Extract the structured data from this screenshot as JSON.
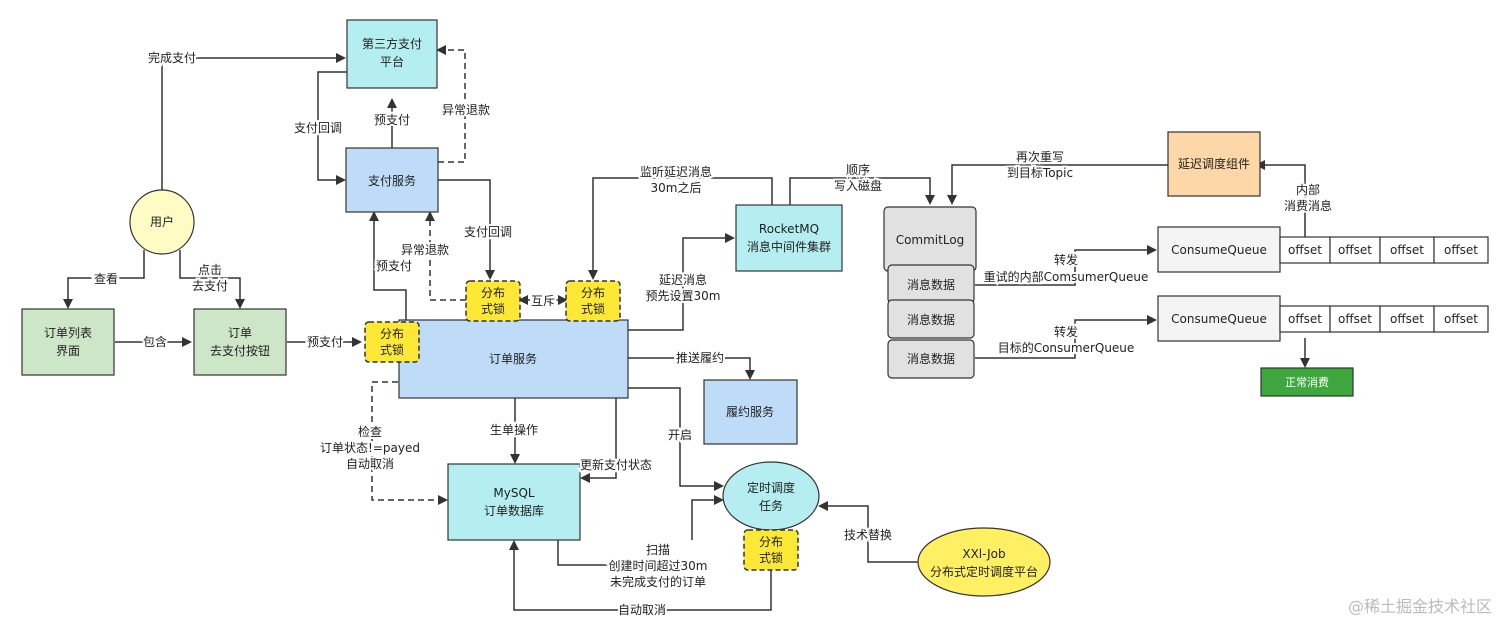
{
  "nodes": {
    "third_party": {
      "line1": "第三方支付",
      "line2": "平台"
    },
    "pay_service": {
      "label": "支付服务"
    },
    "user": {
      "label": "用户"
    },
    "order_list": {
      "line1": "订单列表",
      "line2": "界面"
    },
    "order_pay_btn": {
      "line1": "订单",
      "line2": "去支付按钮"
    },
    "order_service": {
      "label": "订单服务"
    },
    "rocketmq": {
      "line1": "RocketMQ",
      "line2": "消息中间件集群"
    },
    "fulfil_service": {
      "label": "履约服务"
    },
    "mysql": {
      "line1": "MySQL",
      "line2": "订单数据库"
    },
    "timer_task": {
      "line1": "定时调度",
      "line2": "任务"
    },
    "xxl_job": {
      "line1": "XXl-Job",
      "line2": "分布式定时调度平台"
    },
    "commitlog": {
      "label": "CommitLog",
      "message_cells": [
        "消息数据",
        "消息数据",
        "消息数据"
      ]
    },
    "delay_component": {
      "label": "延迟调度组件"
    },
    "consume_queue_1": {
      "label": "ConsumeQueue",
      "offsets": [
        "offset",
        "offset",
        "offset",
        "offset"
      ]
    },
    "consume_queue_2": {
      "label": "ConsumeQueue",
      "offsets": [
        "offset",
        "offset",
        "offset",
        "offset"
      ]
    },
    "normal_consume": {
      "label": "正常消费"
    }
  },
  "locks": {
    "lock_a": {
      "line1": "分布",
      "line2": "式锁"
    },
    "lock_b": {
      "line1": "分布",
      "line2": "式锁"
    },
    "lock_c": {
      "line1": "分布",
      "line2": "式锁"
    },
    "lock_d": {
      "line1": "分布",
      "line2": "式锁"
    }
  },
  "edge_labels": {
    "complete_pay": "完成支付",
    "pay_callback_left": "支付回调",
    "pre_pay_top": "预支付",
    "abnormal_refund_top": "异常退款",
    "view": "查看",
    "click_pay_1": "点击",
    "click_pay_2": "去支付",
    "contains": "包含",
    "pre_pay_mid": "预支付",
    "pre_pay_lower": "预支付",
    "abnormal_refund_mid": "异常退款",
    "pay_callback_right": "支付回调",
    "mutex": "互斥",
    "listen_delay_1": "监听延迟消息",
    "listen_delay_2": "30m之后",
    "delay_msg_1": "延迟消息",
    "delay_msg_2": "预先设置30m",
    "sequence_1": "顺序",
    "sequence_2": "写入磁盘",
    "rewrite_1": "再次重写",
    "rewrite_2": "到目标Topic",
    "internal_1": "内部",
    "internal_2": "消费消息",
    "forward_retry_1": "转发",
    "forward_retry_2": "重试的内部ComsumerQueue",
    "forward_target_1": "转发",
    "forward_target_2": "目标的ConsumerQueue",
    "push_fulfil": "推送履约",
    "create_order": "生单操作",
    "check_1": "检查",
    "check_2": "订单状态!=payed",
    "check_3": "自动取消",
    "update_status": "更新支付状态",
    "start": "开启",
    "tech_replace": "技术替换",
    "scan_1": "扫描",
    "scan_2": "创建时间超过30m",
    "scan_3": "未完成支付的订单",
    "auto_cancel": "自动取消"
  },
  "watermark": "@稀土掘金技术社区",
  "colors": {
    "cyan": "#b4eef0",
    "blue": "#bedcf8",
    "green": "#cde6c8",
    "yellow_user": "#fffbc4",
    "lock_yellow": "#fde935",
    "orange": "#fed7a8",
    "xxl_yellow": "#fff063",
    "gray": "#e1e1e1",
    "light_gray": "#f4f4f4",
    "green_dark": "#3ea83e",
    "stroke": "#333333"
  }
}
